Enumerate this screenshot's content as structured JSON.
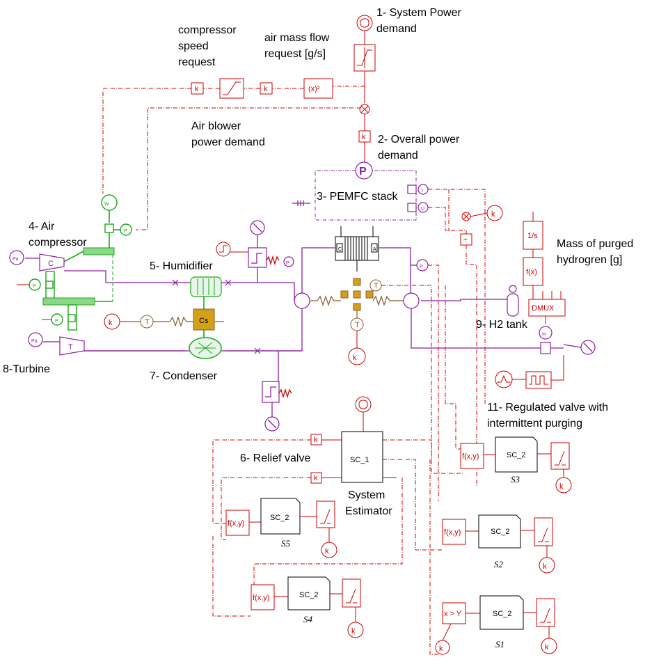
{
  "labels": {
    "system_power": "1- System Power",
    "system_power_2": "demand",
    "air_mass_flow": "air mass flow",
    "air_mass_flow_2": "request [g/s]",
    "compressor_speed": "compressor",
    "compressor_speed_2": "speed",
    "compressor_speed_3": "request",
    "air_blower": "Air blower",
    "air_blower_2": "power demand",
    "overall_power": "2- Overall power",
    "overall_power_2": "demand",
    "pemfc_stack": "3- PEMFC stack",
    "air_compressor": "4- Air",
    "air_compressor_2": "compressor",
    "humidifier": "5- Humidifier",
    "relief_valve": "6- Relief valve",
    "condenser": "7- Condenser",
    "turbine": "8-Turbine",
    "h2_tank": "9- H2 tank",
    "mass_purged": "Mass of purged",
    "mass_purged_2": "hydrogren [g]",
    "regulated_valve": "11- Regulated valve with",
    "regulated_valve_2": "intermittent purging",
    "system_estimator": "System",
    "system_estimator_2": "Estimator"
  },
  "blocks": {
    "sc1": "SC_1",
    "sc2": "SC_2",
    "fxy": "f(x,y)",
    "xgty": "x > Y"
  },
  "subsystems": [
    "S5",
    "S4",
    "S3",
    "S2",
    "S1"
  ],
  "colors": {
    "signal": "#cc0000",
    "pneumatic": "#8b1fa0",
    "mechanical": "#18a818",
    "thermal": "#8a5a2b"
  }
}
